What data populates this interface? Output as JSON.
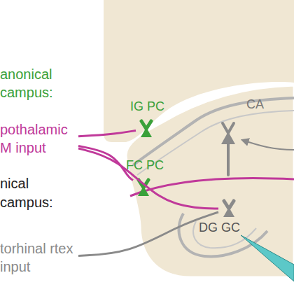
{
  "diagram": {
    "nodes": [
      {
        "text": [
          "pothalamic M input"
        ]
      },
      {
        "text": [
          "IG PC"
        ]
      },
      {
        "text": [
          "FC PC"
        ]
      },
      {
        "text": [
          "DG GC"
        ]
      },
      {
        "text": [
          "torhinal rtex input"
        ]
      }
    ],
    "edges": [
      {
        "from": 0,
        "to": 1,
        "arrow": "none"
      },
      {
        "from": 0,
        "to": 2,
        "arrow": "none"
      },
      {
        "from": 0,
        "to": 3,
        "arrow": "none"
      },
      {
        "from": 4,
        "to": 3,
        "arrow": "none"
      }
    ],
    "labels": [
      "anonical",
      "campus:",
      "nical",
      "campus:",
      "CA"
    ]
  }
}
